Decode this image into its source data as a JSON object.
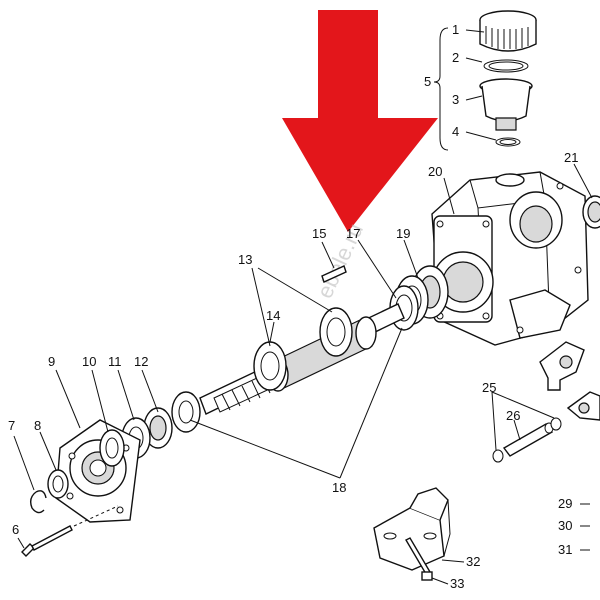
{
  "diagram": {
    "callouts": {
      "c1": "1",
      "c2": "2",
      "c3": "3",
      "c4": "4",
      "c5": "5",
      "c6": "6",
      "c7": "7",
      "c8": "8",
      "c9": "9",
      "c10": "10",
      "c11": "11",
      "c12": "12",
      "c13": "13",
      "c14": "14",
      "c15": "15",
      "c17": "17",
      "c18": "18",
      "c19": "19",
      "c20": "20",
      "c21": "21",
      "c25": "25",
      "c26": "26",
      "c29": "29",
      "c30": "30",
      "c31": "31",
      "c32": "32",
      "c33": "33"
    },
    "watermark": "ebele.ru",
    "arrow_color": "#e3161b",
    "line_color": "#111111"
  }
}
